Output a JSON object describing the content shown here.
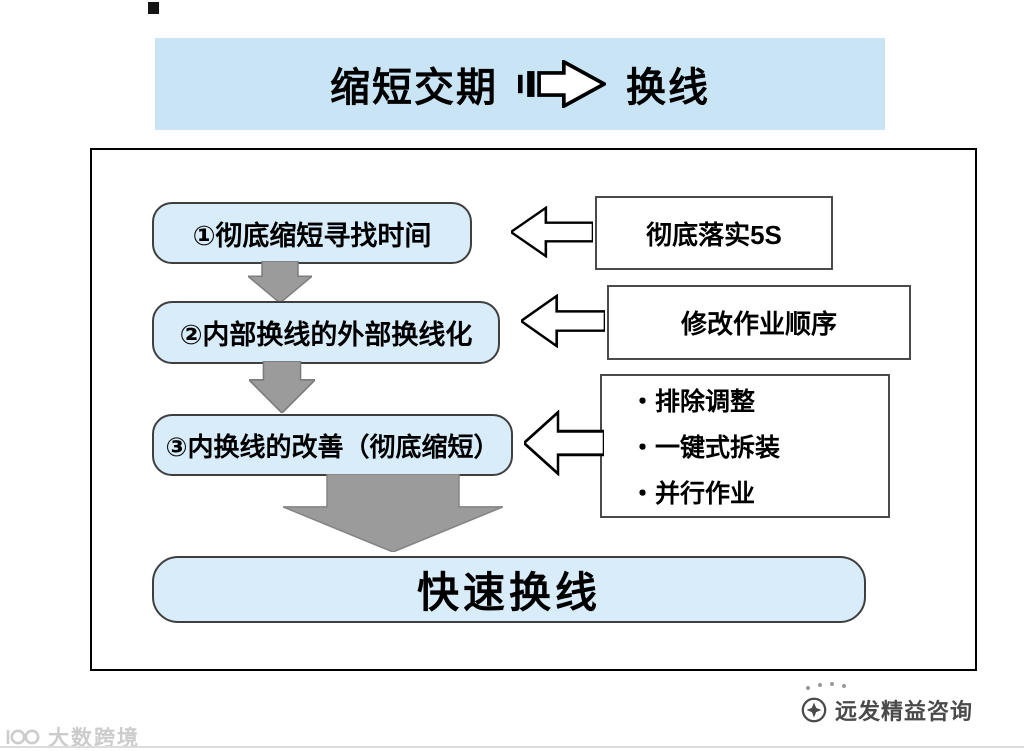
{
  "title": {
    "left": "缩短交期",
    "right": "换线",
    "arrow_icon": "block-right-arrow"
  },
  "diagram": {
    "steps": [
      {
        "label": "①彻底缩短寻找时间"
      },
      {
        "label": "②内部换线的外部换线化"
      },
      {
        "label": "③内换线的改善（彻底缩短）"
      }
    ],
    "notes": [
      {
        "lines": [
          "彻底落实5S"
        ]
      },
      {
        "lines": [
          "修改作业顺序"
        ]
      },
      {
        "lines": [
          "・排除调整",
          "・一键式拆装",
          "・并行作业"
        ]
      }
    ],
    "result": "快速换线"
  },
  "watermarks": {
    "bottom_left": "大数跨境",
    "bottom_right": "远发精益咨询"
  },
  "icons": {
    "bottom_left_logo": "overlapping-circles-logo",
    "bottom_right_logo": "star-in-circle-logo",
    "flow_arrows": "hollow-left-arrow, gray-down-arrow"
  },
  "colors": {
    "banner_blue": "#c9e4f4",
    "step_blue": "#d8ecf9",
    "arrow_gray": "#9b9b9b",
    "watermark_light": "#cccccc",
    "watermark_dark": "#4a4a4a"
  }
}
